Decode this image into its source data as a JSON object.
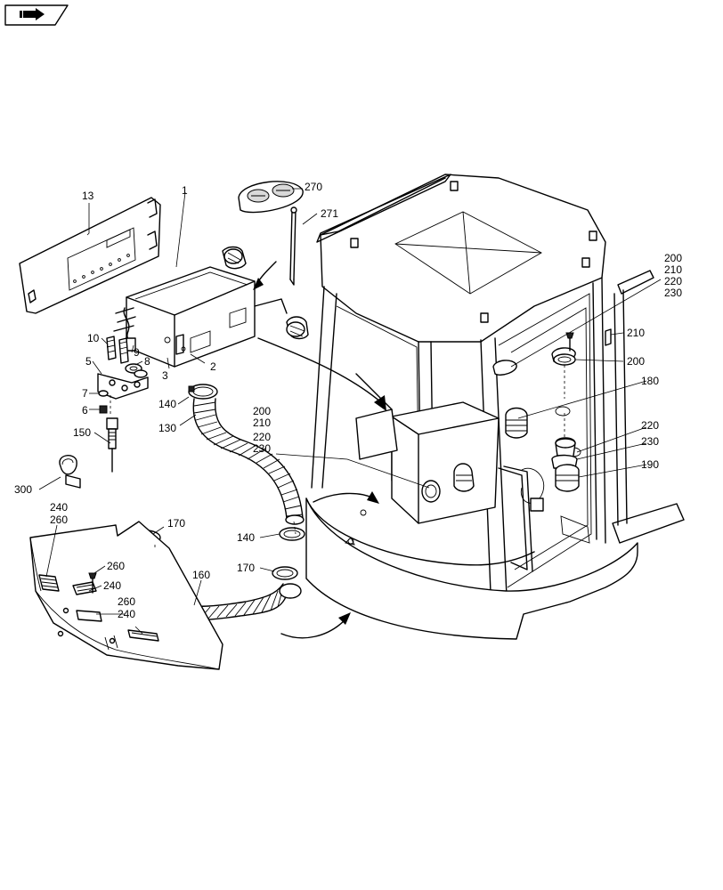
{
  "nav_icon": "next-page-arrow-icon",
  "labels": {
    "l13": "13",
    "l1": "1",
    "l270": "270",
    "l271": "271",
    "l200a": "200",
    "l210a": "210",
    "l220a": "220",
    "l230a": "230",
    "l10": "10",
    "l9": "9",
    "l8": "8",
    "l5": "5",
    "l3": "3",
    "l2": "2",
    "l7": "7",
    "l6": "6",
    "l140a": "140",
    "l130": "130",
    "l150": "150",
    "l200b": "200",
    "l210b": "210",
    "l220b": "220",
    "l230b": "230",
    "l210c": "210",
    "l200c": "200",
    "l180": "180",
    "l220c": "220",
    "l230c": "230",
    "l190": "190",
    "l300": "300",
    "l240a": "240",
    "l260a": "260",
    "l170a": "170",
    "l260b": "260",
    "l240b": "240",
    "l140b": "140",
    "l170b": "170",
    "l160": "160",
    "l260c": "260",
    "l240c": "240"
  }
}
